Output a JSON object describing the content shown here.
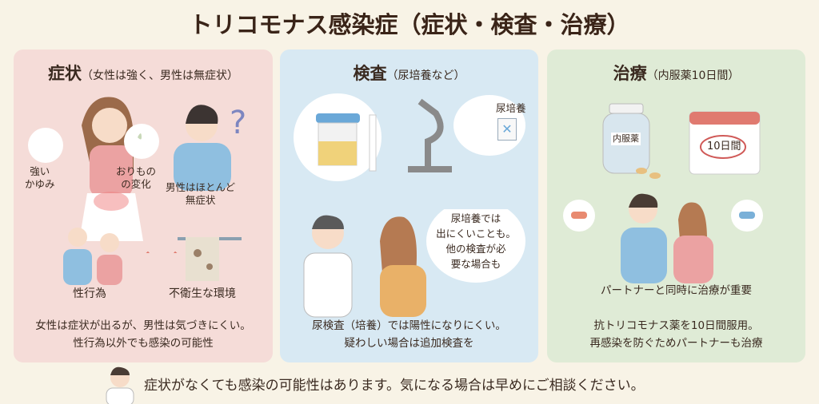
{
  "title": "トリコモナス感染症（症状・検査・治療）",
  "symptoms": {
    "heading": "症状",
    "sub": "（女性は強く、男性は無症状）",
    "itch": "強い\nかゆみ",
    "discharge": "おりもの\nの変化",
    "male": "男性はほとんど\n無症状",
    "sex": "性行為",
    "unhygienic": "不衛生な環境",
    "summary1": "女性は症状が出るが、男性は気づきにくい。",
    "summary2": "性行為以外でも感染の可能性"
  },
  "tests": {
    "heading": "検査",
    "sub": "（尿培養など）",
    "bubble_label": "尿培養",
    "speech": "尿培養では\n出にくいことも。\n他の検査が必\n要な場合も",
    "summary1": "尿検査（培養）では陽性になりにくい。",
    "summary2": "疑わしい場合は追加検査を"
  },
  "treatment": {
    "heading": "治療",
    "sub": "（内服薬10日間）",
    "bottle_label": "内服薬",
    "calendar_label": "10日間",
    "partner": "パートナーと同時に治療が重要",
    "summary1": "抗トリコモナス薬を10日間服用。",
    "summary2": "再感染を防ぐためパートナーも治療"
  },
  "footer": "症状がなくても感染の可能性はあります。気になる場合は早めにご相談ください。"
}
